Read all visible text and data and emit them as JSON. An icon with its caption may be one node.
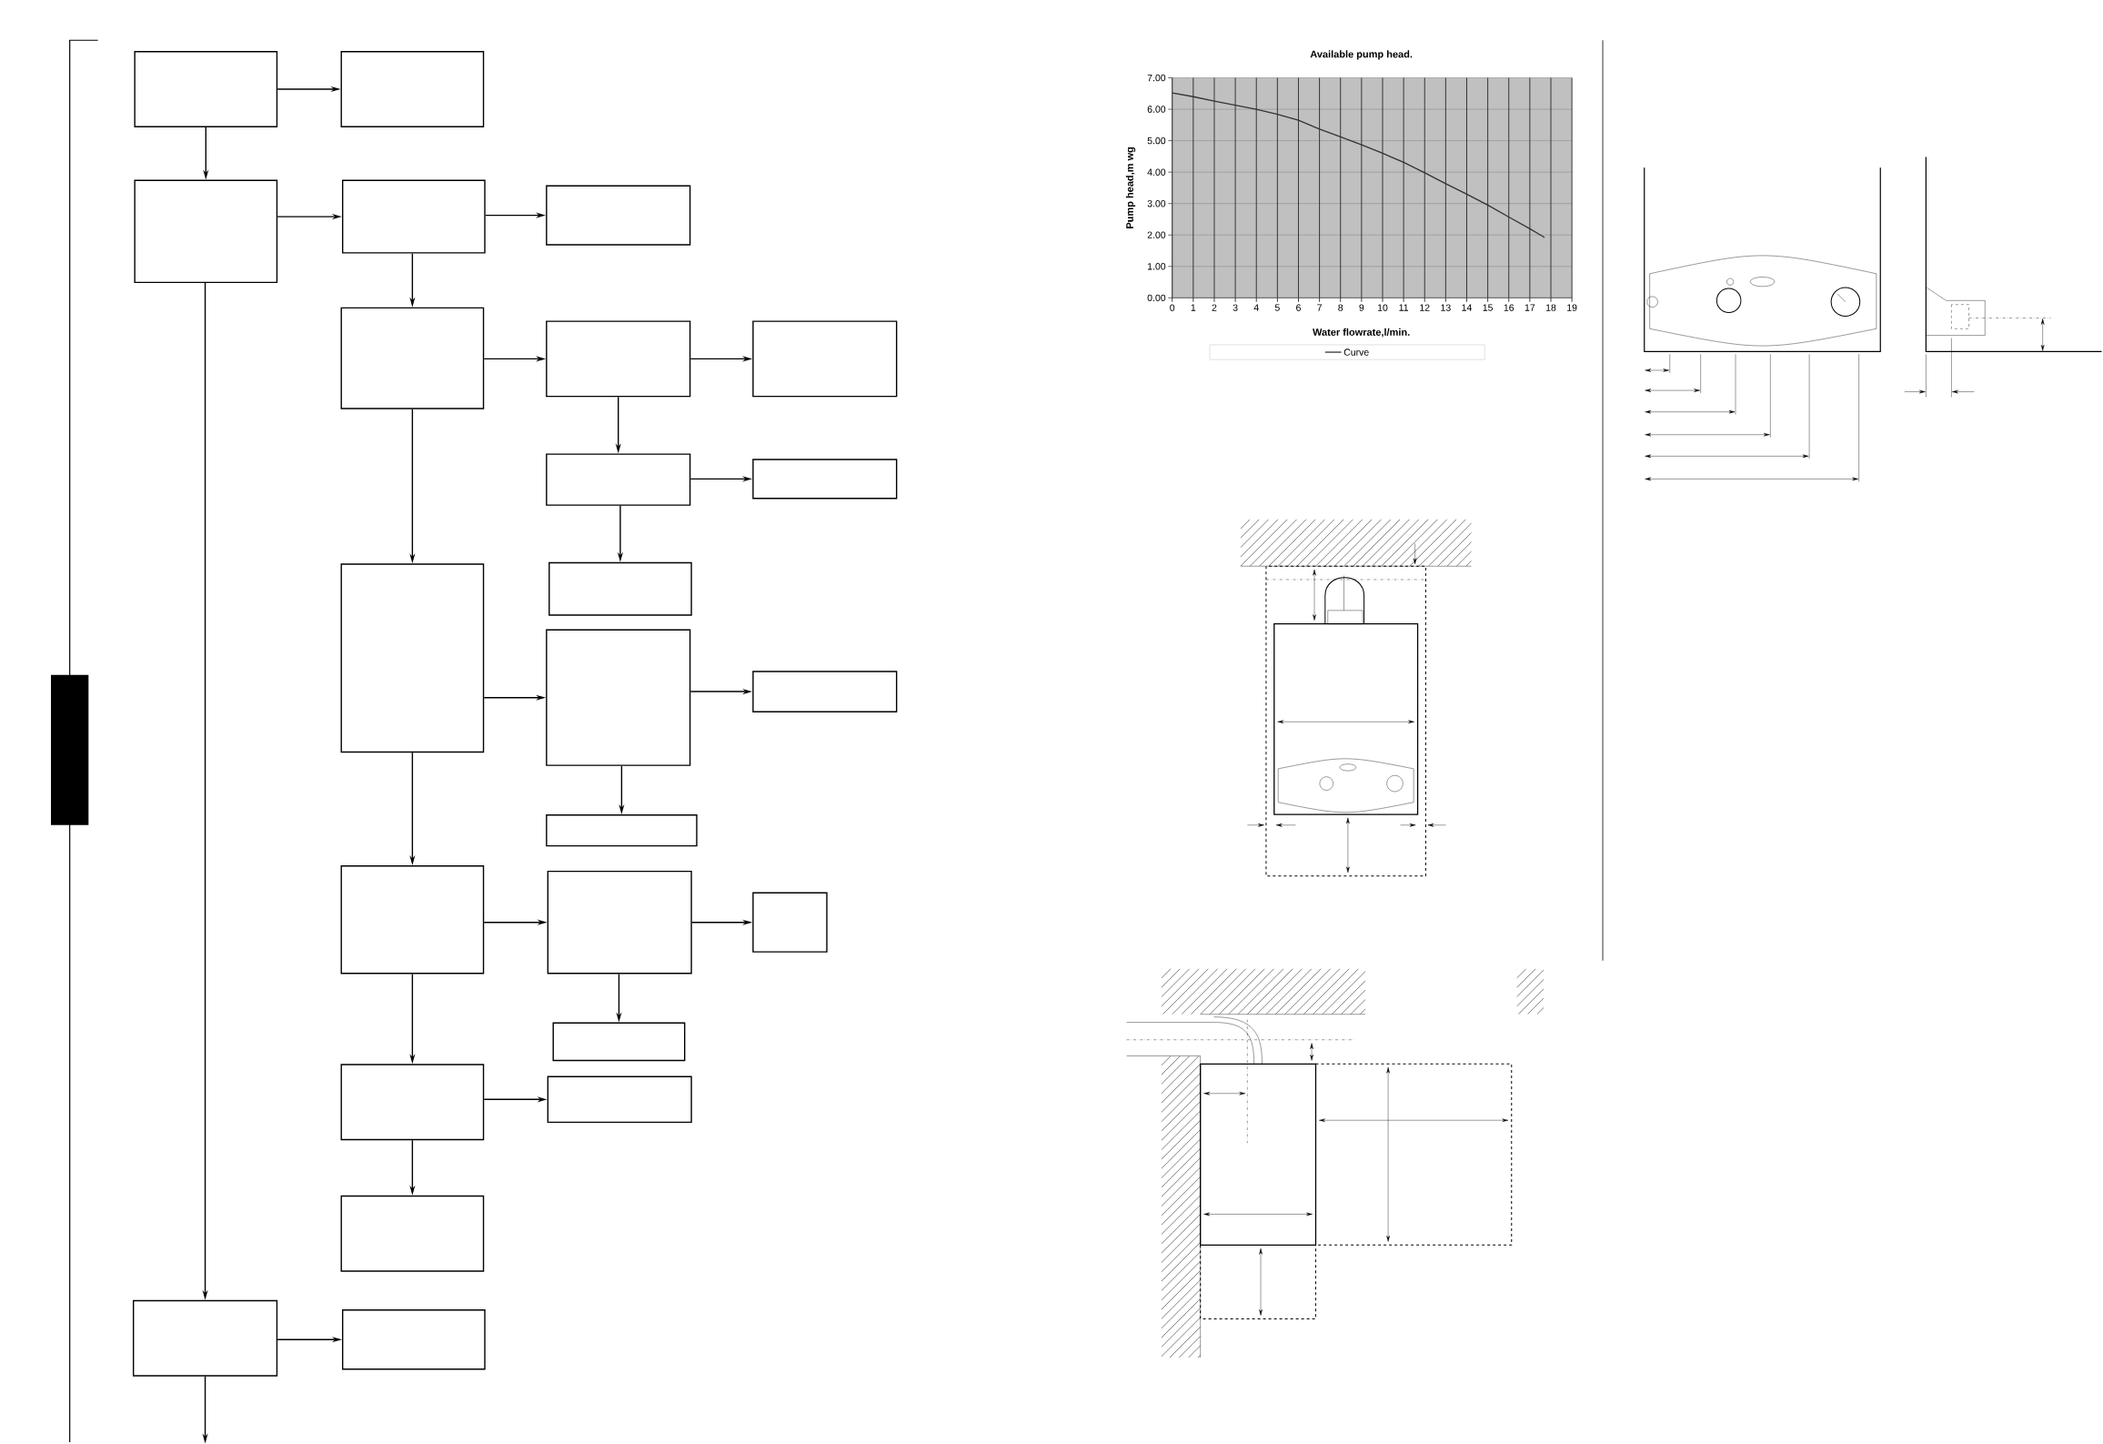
{
  "diagram": {
    "nodes": [
      {
        "text": [],
        "shape": "box"
      },
      {
        "text": [],
        "shape": "box"
      },
      {
        "text": [],
        "shape": "box"
      },
      {
        "text": [],
        "shape": "box"
      },
      {
        "text": [],
        "shape": "box"
      },
      {
        "text": [],
        "shape": "box"
      },
      {
        "text": [],
        "shape": "box"
      },
      {
        "text": [],
        "shape": "box"
      },
      {
        "text": [],
        "shape": "box"
      },
      {
        "text": [],
        "shape": "box"
      },
      {
        "text": [],
        "shape": "box"
      },
      {
        "text": [],
        "shape": "box"
      },
      {
        "text": [],
        "shape": "box"
      },
      {
        "text": [],
        "shape": "box"
      },
      {
        "text": [],
        "shape": "box"
      },
      {
        "text": [],
        "shape": "box"
      },
      {
        "text": [],
        "shape": "box"
      },
      {
        "text": [],
        "shape": "box"
      },
      {
        "text": [],
        "shape": "box"
      },
      {
        "text": [],
        "shape": "box"
      },
      {
        "text": [],
        "shape": "box"
      },
      {
        "text": [],
        "shape": "box"
      },
      {
        "text": [],
        "shape": "box"
      },
      {
        "text": [],
        "shape": "box"
      }
    ],
    "edges": [
      {
        "from": 0,
        "to": 1,
        "arrow": "to"
      },
      {
        "from": 0,
        "to": 2,
        "arrow": "to"
      },
      {
        "from": 2,
        "to": 3,
        "arrow": "to"
      },
      {
        "from": 3,
        "to": 4,
        "arrow": "to"
      },
      {
        "from": 3,
        "to": 5,
        "arrow": "to"
      },
      {
        "from": 5,
        "to": 6,
        "arrow": "to"
      },
      {
        "from": 6,
        "to": 7,
        "arrow": "to"
      },
      {
        "from": 6,
        "to": 8,
        "arrow": "to"
      },
      {
        "from": 8,
        "to": 9,
        "arrow": "to"
      },
      {
        "from": 8,
        "to": 10,
        "arrow": "to"
      },
      {
        "from": 5,
        "to": 11,
        "arrow": "to"
      },
      {
        "from": 11,
        "to": 12,
        "arrow": "to"
      },
      {
        "from": 12,
        "to": 13,
        "arrow": "to"
      },
      {
        "from": 12,
        "to": 14,
        "arrow": "to"
      },
      {
        "from": 11,
        "to": 15,
        "arrow": "to"
      },
      {
        "from": 15,
        "to": 16,
        "arrow": "to"
      },
      {
        "from": 16,
        "to": 17,
        "arrow": "to"
      },
      {
        "from": 16,
        "to": 18,
        "arrow": "to"
      },
      {
        "from": 15,
        "to": 19,
        "arrow": "to"
      },
      {
        "from": 19,
        "to": 20,
        "arrow": "to"
      },
      {
        "from": 19,
        "to": 21,
        "arrow": "to"
      },
      {
        "from": 2,
        "to": 22,
        "arrow": "to"
      },
      {
        "from": 22,
        "to": 23,
        "arrow": "to"
      },
      {
        "from": 22,
        "to": null,
        "arrow": "to"
      }
    ],
    "chart_data": {
      "type": "line",
      "title": "Available pump head.",
      "xlabel": "Water flowrate,l/min.",
      "ylabel": "Pump head,m wg",
      "x": [
        0,
        1,
        2,
        3,
        4,
        5,
        6,
        7,
        8,
        9,
        10,
        11,
        12,
        13,
        14,
        15,
        16,
        17,
        17.7
      ],
      "series": [
        {
          "name": "Curve",
          "color": "#333333",
          "values": [
            6.52,
            6.4,
            6.26,
            6.13,
            6.0,
            5.84,
            5.65,
            5.37,
            5.12,
            4.87,
            4.6,
            4.31,
            3.98,
            3.63,
            3.3,
            2.95,
            2.57,
            2.2,
            1.92
          ]
        }
      ],
      "xlim": [
        0,
        19
      ],
      "ylim": [
        0,
        7
      ],
      "grid": true,
      "xticks": [
        0,
        1,
        2,
        3,
        4,
        5,
        6,
        7,
        8,
        9,
        10,
        11,
        12,
        13,
        14,
        15,
        16,
        17,
        18,
        19
      ],
      "yticks": [
        {
          "value": 0,
          "label": "0.00"
        },
        {
          "value": 1,
          "label": "1.00"
        },
        {
          "value": 2,
          "label": "2.00"
        },
        {
          "value": 3,
          "label": "3.00"
        },
        {
          "value": 4,
          "label": "4.00"
        },
        {
          "value": 5,
          "label": "5.00"
        },
        {
          "value": 6,
          "label": "6.00"
        },
        {
          "value": 7,
          "label": "7.00"
        }
      ]
    }
  }
}
